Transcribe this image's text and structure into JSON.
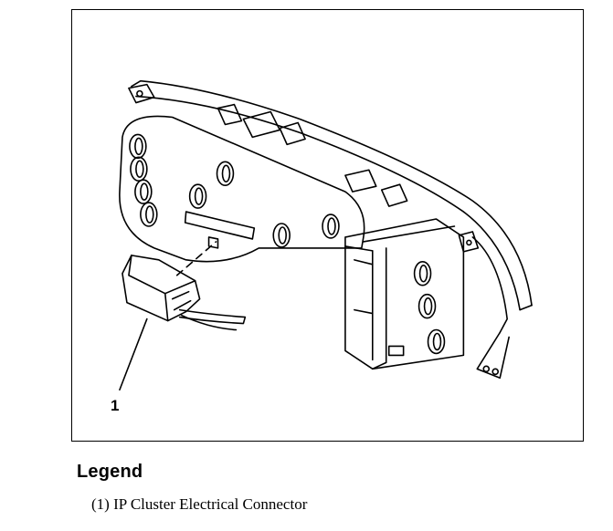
{
  "figure": {
    "callout_number": "1",
    "icon": "ip-cluster-connector-illustration"
  },
  "legend": {
    "heading": "Legend",
    "items": [
      {
        "number": "(1)",
        "label": "IP Cluster Electrical Connector"
      }
    ]
  }
}
